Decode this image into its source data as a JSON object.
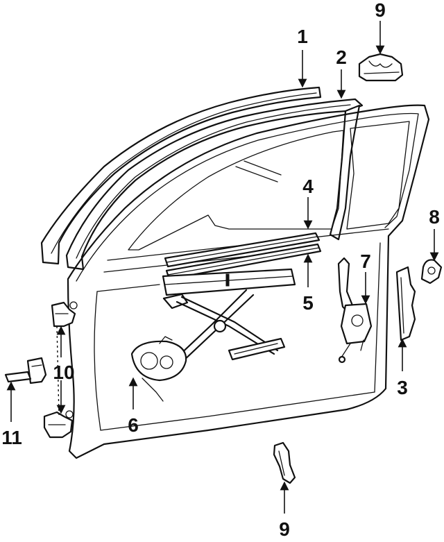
{
  "callouts": {
    "c1": "1",
    "c2": "2",
    "c3": "3",
    "c4": "4",
    "c5": "5",
    "c6": "6",
    "c7": "7",
    "c8": "8",
    "c9_top": "9",
    "c9_bottom": "9",
    "c10": "10",
    "c11": "11"
  }
}
